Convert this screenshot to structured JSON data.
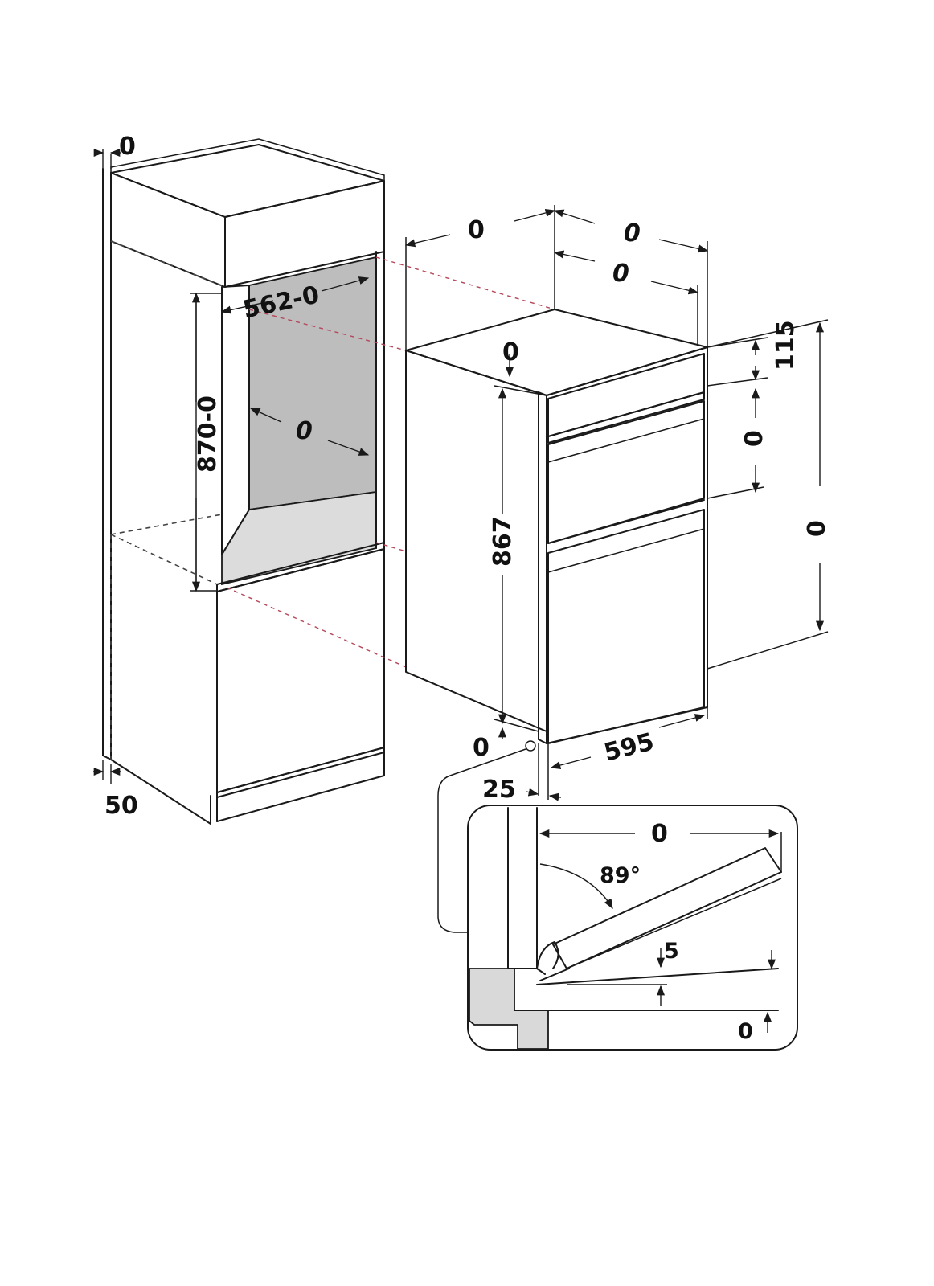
{
  "labels": {
    "cab_top_gap": "0",
    "cab_bottom": "50",
    "niche_width": "562-0",
    "niche_height": "870-0",
    "niche_depth": "0",
    "oven_depth_total": "0",
    "oven_depth_body": "0",
    "oven_depth_inner": "0",
    "oven_top_offset": "0",
    "oven_panel": "115",
    "oven_mid": "0",
    "oven_total_height": "0",
    "oven_height": "867",
    "oven_width": "595",
    "oven_bottom_gap": "0",
    "oven_front": "25",
    "door_span": "0",
    "door_angle": "89°",
    "door_clearance": "5",
    "floor_clearance": "0"
  }
}
